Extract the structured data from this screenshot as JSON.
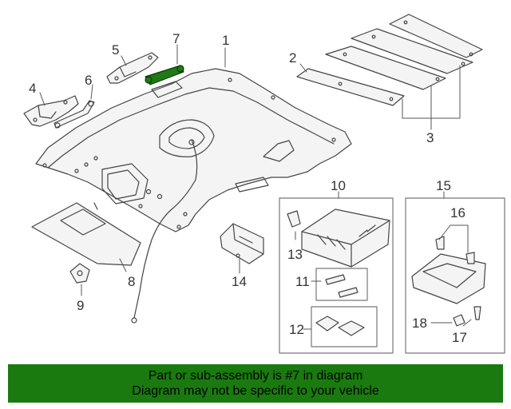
{
  "diagram": {
    "callouts": [
      {
        "id": "c1",
        "text": "1"
      },
      {
        "id": "c2",
        "text": "2"
      },
      {
        "id": "c3",
        "text": "3"
      },
      {
        "id": "c4",
        "text": "4"
      },
      {
        "id": "c5",
        "text": "5"
      },
      {
        "id": "c6",
        "text": "6"
      },
      {
        "id": "c7",
        "text": "7"
      },
      {
        "id": "c8",
        "text": "8"
      },
      {
        "id": "c9",
        "text": "9"
      },
      {
        "id": "c10",
        "text": "10"
      },
      {
        "id": "c11",
        "text": "11"
      },
      {
        "id": "c12",
        "text": "12"
      },
      {
        "id": "c13",
        "text": "13"
      },
      {
        "id": "c14",
        "text": "14"
      },
      {
        "id": "c15",
        "text": "15"
      },
      {
        "id": "c16",
        "text": "16"
      },
      {
        "id": "c17",
        "text": "17"
      },
      {
        "id": "c18",
        "text": "18"
      }
    ],
    "highlight_color": "#1e7a14",
    "line_color": "#444444"
  },
  "banner": {
    "line1": "Part or sub-assembly is #7 in diagram",
    "line2": "Diagram may not be specific to your vehicle",
    "background": "#1a7a10"
  }
}
